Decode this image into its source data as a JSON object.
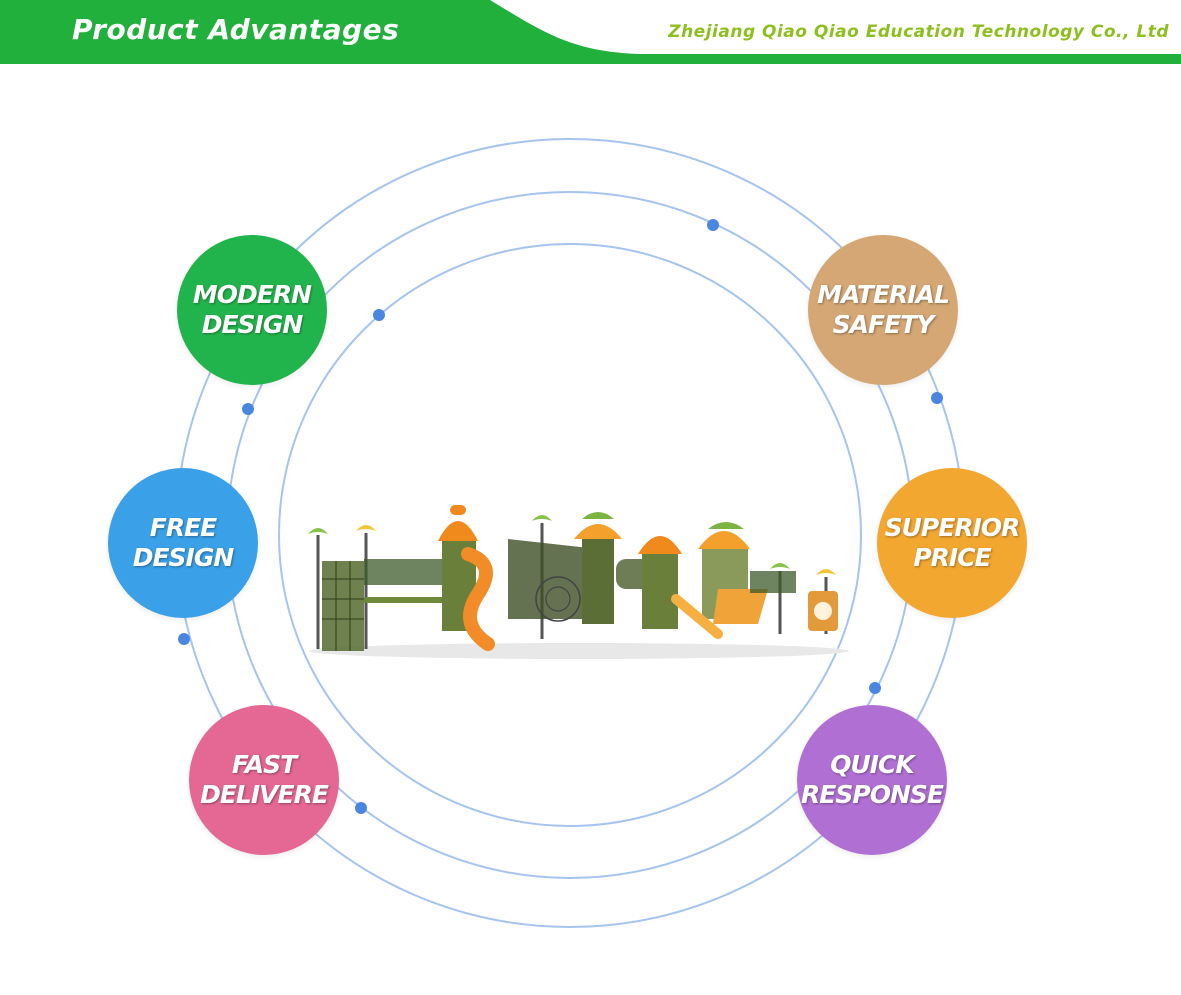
{
  "header": {
    "title": "Product Advantages",
    "company": "Zhejiang Qiao Qiao Education Technology Co., Ltd",
    "colors": {
      "green": "#22b03c",
      "company_text": "#8dbf1f",
      "ring": "#a6c4ee",
      "dot": "#4a86e0"
    }
  },
  "advantages": [
    {
      "id": "modern",
      "line1": "MODERN",
      "line2": "DESIGN",
      "color": "#22b44c"
    },
    {
      "id": "material",
      "line1": "MATERIAL",
      "line2": "SAFETY",
      "color": "#d4a774"
    },
    {
      "id": "free",
      "line1": "FREE",
      "line2": "DESIGN",
      "color": "#3aa0e8"
    },
    {
      "id": "superior",
      "line1": "SUPERIOR",
      "line2": "PRICE",
      "color": "#f2a731"
    },
    {
      "id": "fast",
      "line1": "FAST",
      "line2": "DELIVERE",
      "color": "#e46794"
    },
    {
      "id": "quick",
      "line1": "QUICK",
      "line2": "RESPONSE",
      "color": "#b070d3"
    }
  ],
  "center_image": {
    "icon": "playground-icon"
  }
}
